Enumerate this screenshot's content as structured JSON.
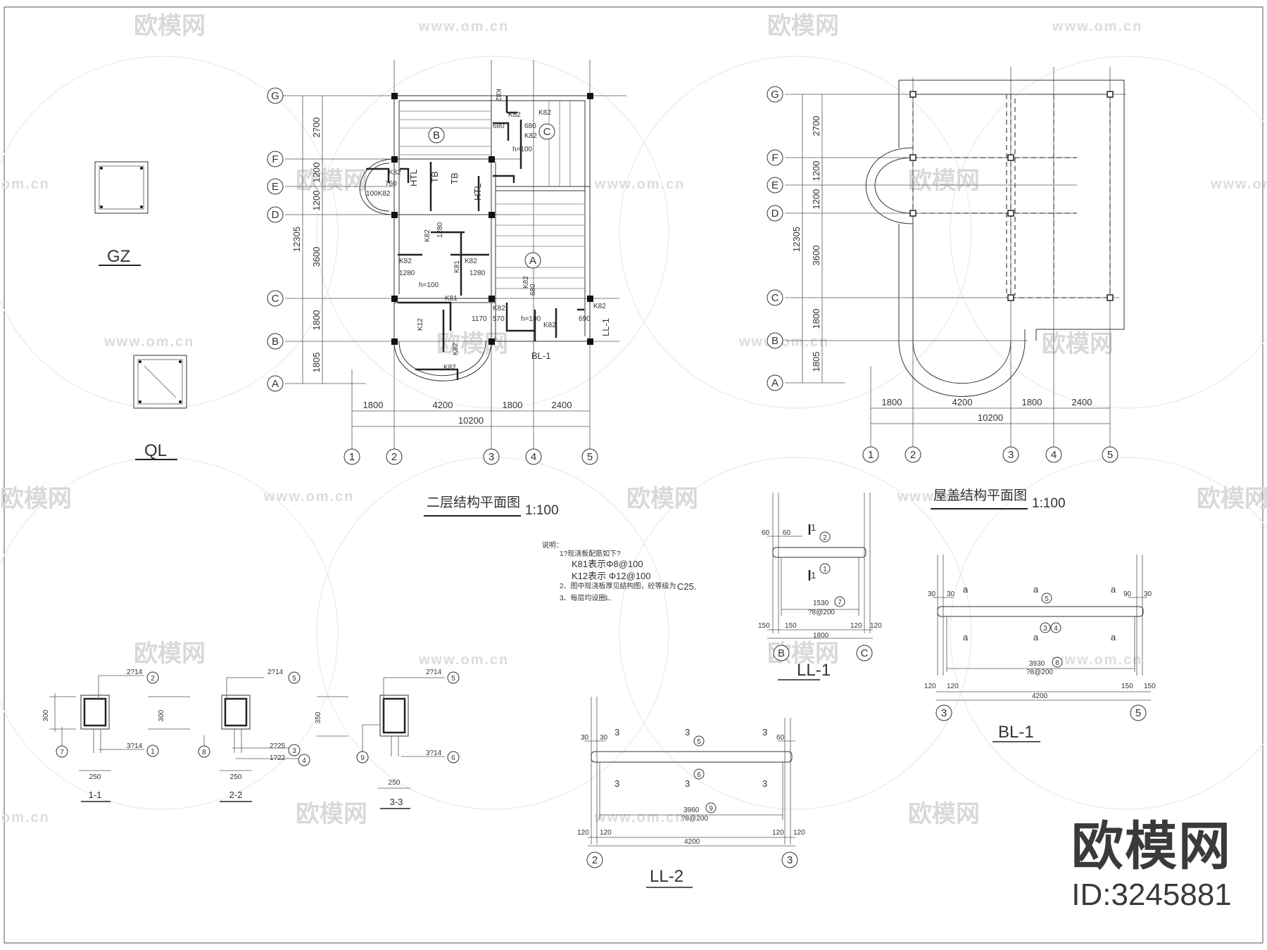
{
  "watermark": {
    "brand": "欧模网",
    "url": "www.om.cn",
    "url_fragment": "om.cn"
  },
  "brand_logo": {
    "name": "欧模网",
    "id_text": "ID:3245881"
  },
  "second_floor_plan": {
    "title": "二层结构平面图",
    "scale": "1:100",
    "axis_rows": [
      "G",
      "F",
      "E",
      "D",
      "C",
      "B",
      "A"
    ],
    "axis_cols": [
      "1",
      "2",
      "3",
      "4",
      "5"
    ],
    "row_dims": [
      "2700",
      "1200",
      "1200",
      "3600",
      "1800",
      "1805"
    ],
    "total_height": "12305",
    "col_dims": [
      "1800",
      "4200",
      "1800",
      "2400"
    ],
    "total_width": "10200",
    "slab_labels": [
      "B",
      "C",
      "A"
    ],
    "rebar_labels": [
      "K82",
      "K81",
      "K12",
      "1280",
      "680",
      "570",
      "1170",
      "760",
      "690",
      "h=100",
      "HTL",
      "TB",
      "BL-1",
      "LL-1",
      "100K82"
    ]
  },
  "roof_plan": {
    "title": "屋盖结构平面图",
    "scale": "1:100",
    "axis_rows": [
      "G",
      "F",
      "E",
      "D",
      "C",
      "B",
      "A"
    ],
    "axis_cols": [
      "1",
      "2",
      "3",
      "4",
      "5"
    ],
    "row_dims": [
      "2700",
      "1200",
      "1200",
      "3600",
      "1800",
      "1805"
    ],
    "total_height": "12305",
    "col_dims": [
      "1800",
      "4200",
      "1800",
      "2400"
    ],
    "total_width": "10200"
  },
  "column_details": {
    "gz": "GZ",
    "ql": "QL"
  },
  "notes": {
    "heading": "说明：",
    "line1": "1?现浇板配筋如下?",
    "line2": "K81表示Φ8@100",
    "line3": "K12表示 Φ12@100",
    "line4": "2、图中现浇板厚见结构图，砼等级为",
    "grade": "C25.",
    "line5": "3、每层均设圈L."
  },
  "sections": [
    {
      "label": "1-1",
      "top": "2?14",
      "top_mark": "2",
      "bot": "3?14",
      "bot_mark": "1",
      "side_mark": "7",
      "height": "300",
      "width": "250"
    },
    {
      "label": "2-2",
      "top": "2?14",
      "top_mark": "5",
      "bot": "2?25",
      "bot_mark": "3",
      "bot2": "1?22",
      "bot2_mark": "4",
      "side_mark": "8",
      "height": "300",
      "width": "250"
    },
    {
      "label": "3-3",
      "top": "2?14",
      "top_mark": "5",
      "bot": "3?14",
      "bot_mark": "6",
      "side_mark": "9",
      "height": "350",
      "width": "250"
    }
  ],
  "beam_ll1": {
    "label": "LL-1",
    "dims": [
      "60",
      "60",
      "150",
      "150",
      "120",
      "120"
    ],
    "clear": "1530",
    "stirrup": "?8@200",
    "span": "1800",
    "marks": [
      "1",
      "2",
      "1",
      "1",
      "7"
    ],
    "axes": [
      "B",
      "C"
    ]
  },
  "beam_bl1": {
    "label": "BL-1",
    "dims": [
      "30",
      "30",
      "90",
      "30",
      "120",
      "120",
      "150",
      "150"
    ],
    "clear": "3930",
    "stirrup": "?8@200",
    "span": "4200",
    "marks": [
      "5",
      "3",
      "4",
      "8"
    ],
    "axes": [
      "3",
      "5"
    ],
    "cut": "a"
  },
  "beam_ll2": {
    "label": "LL-2",
    "dims": [
      "30",
      "30",
      "60",
      "120",
      "120",
      "120",
      "120"
    ],
    "clear": "3960",
    "stirrup": "?8@200",
    "span": "4200",
    "marks": [
      "5",
      "6",
      "9"
    ],
    "axes": [
      "2",
      "3"
    ],
    "cut": "3"
  }
}
